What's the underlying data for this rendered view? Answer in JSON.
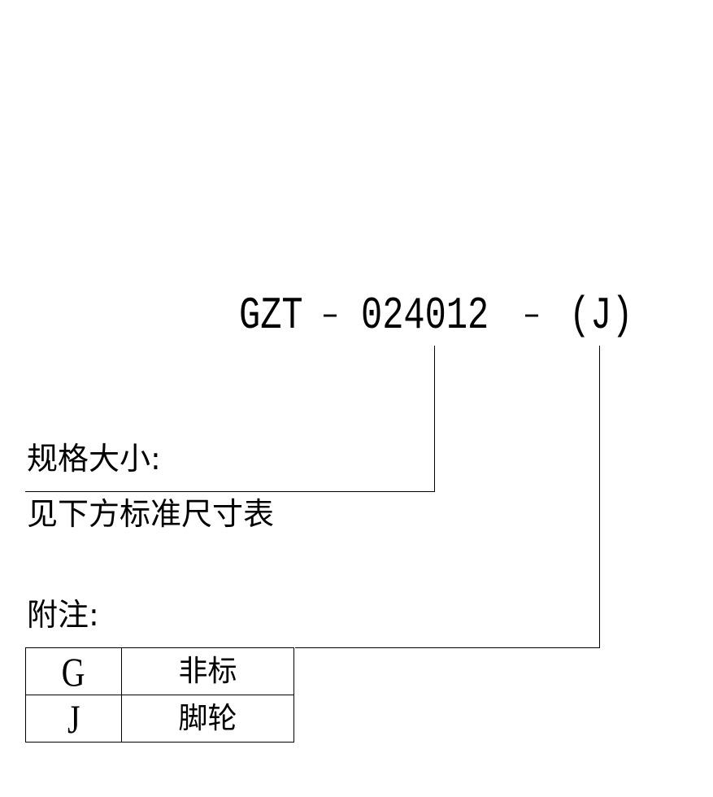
{
  "model_code": {
    "prefix": "GZT",
    "separator_1": "–",
    "size": "024012",
    "separator_2": "–",
    "option": "(J)"
  },
  "spec": {
    "title": "规格大小:",
    "note": "见下方标准尺寸表"
  },
  "remark": {
    "title": "附注:"
  },
  "legend": [
    {
      "code": "G",
      "meaning": "非标"
    },
    {
      "code": "J",
      "meaning": "脚轮"
    }
  ]
}
